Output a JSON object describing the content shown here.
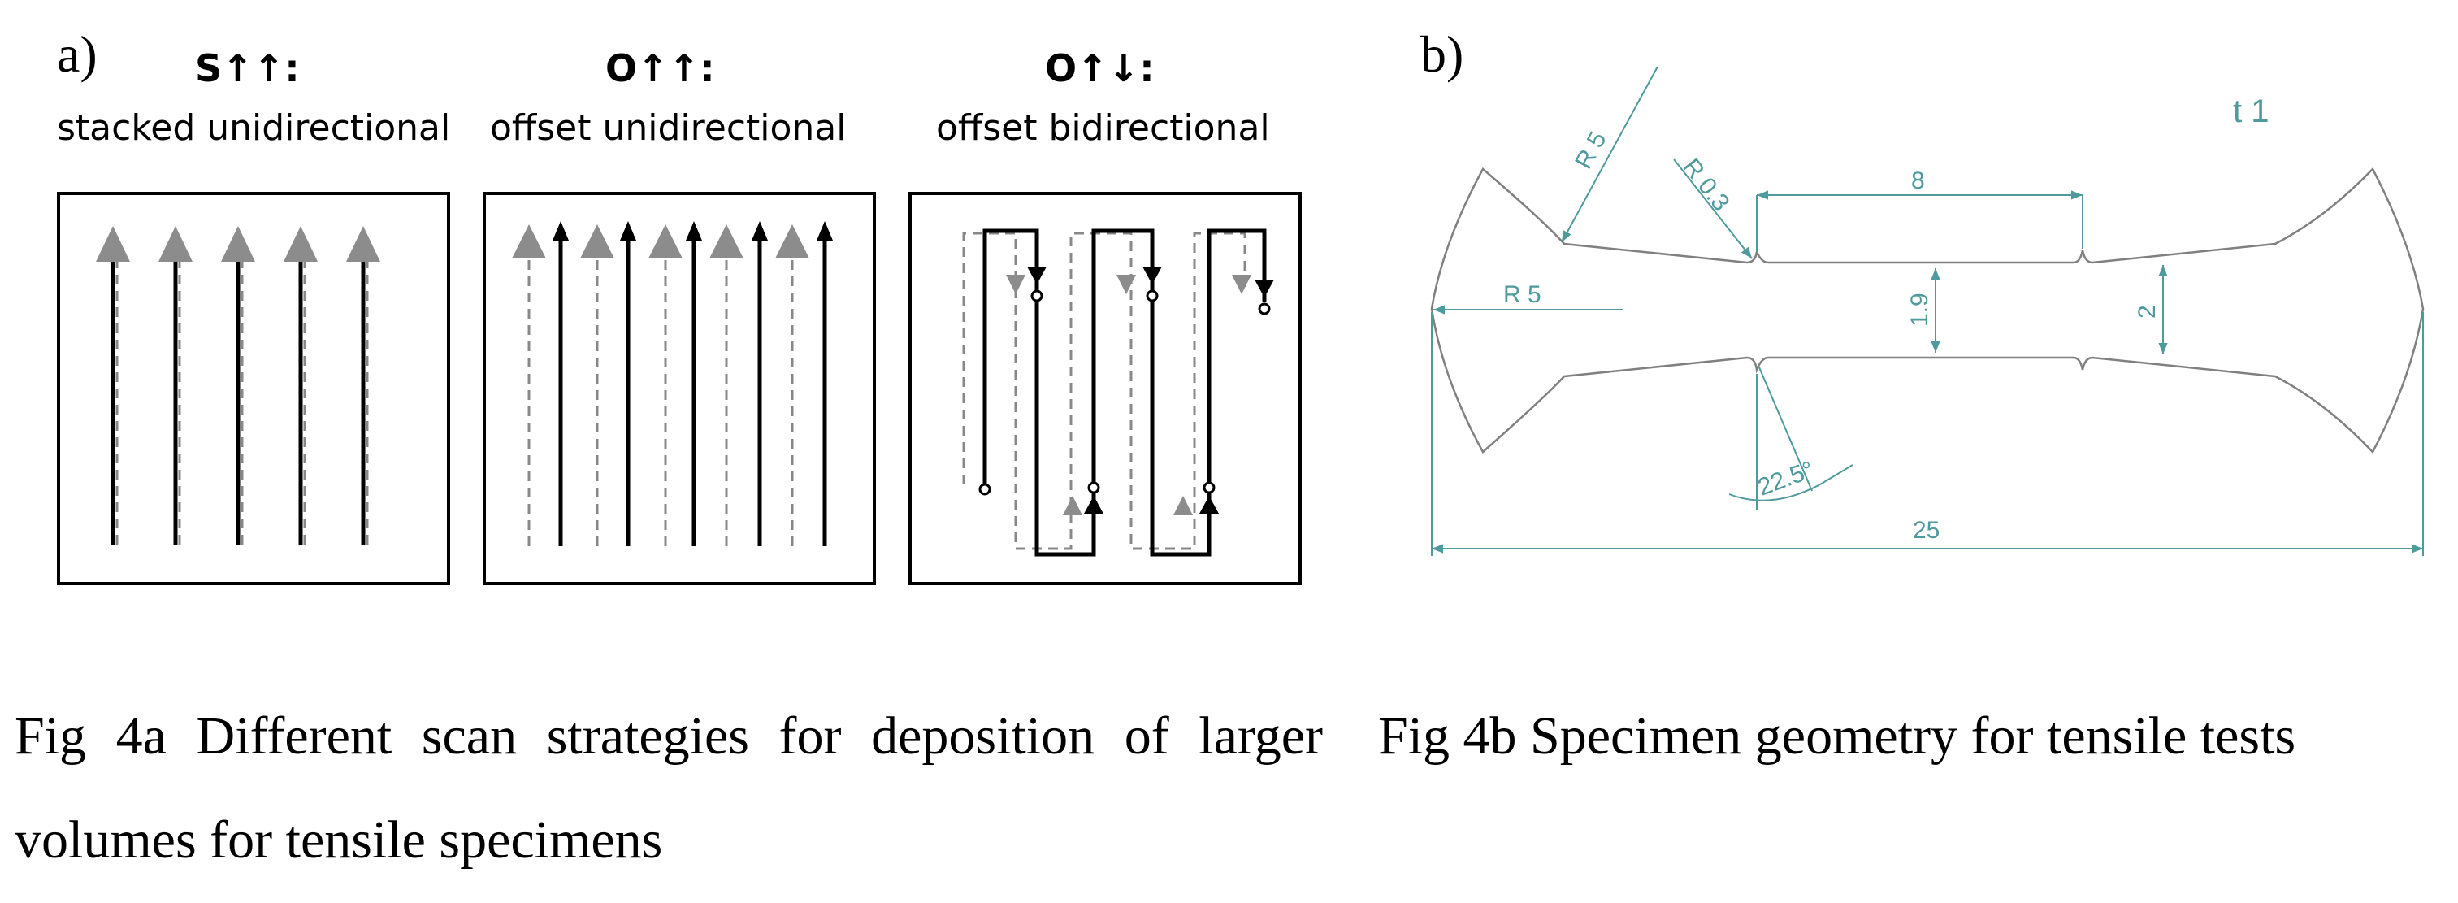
{
  "panel_a": {
    "label": "a)",
    "strategies": [
      {
        "code": "S↑↑:",
        "name": "stacked unidirectional"
      },
      {
        "code": "O↑↑:",
        "name": "offset unidirectional"
      },
      {
        "code": "O↑↓:",
        "name": "offset bidirectional"
      }
    ],
    "caption": "Fig 4a  Different  scan  strategies  for  deposition  of  larger volumes for tensile specimens"
  },
  "panel_b": {
    "label": "b)",
    "thickness": "t 1",
    "dimensions": {
      "outer_radius": "R 5",
      "end_radius": "R 5",
      "notch_radius": "R 0.3",
      "gauge_length": "8",
      "notch_width": "1.9",
      "width": "2",
      "angle": "22.5°",
      "total_length": "25"
    },
    "caption": "Fig 4b Specimen geometry for tensile tests"
  },
  "colors": {
    "ink": "#000000",
    "grey_arrow": "#8c8c8c",
    "dimension": "#4f9a9c"
  }
}
